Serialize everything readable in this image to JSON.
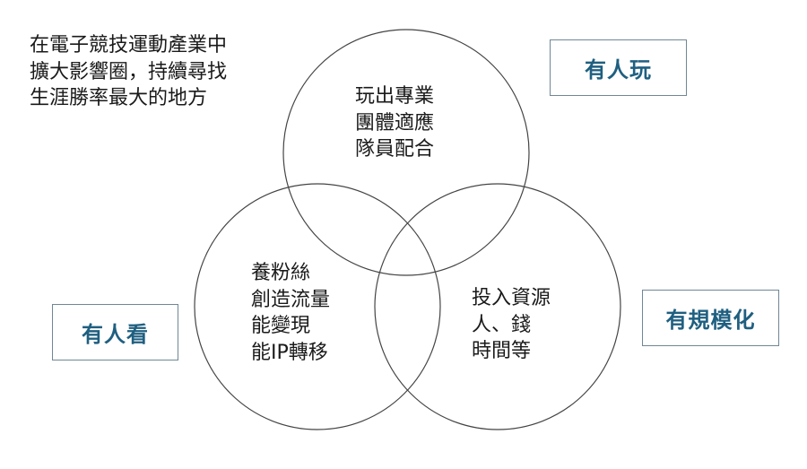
{
  "intro": [
    "在電子競技運動產業中",
    "擴大影響圈，持續尋找",
    "生涯勝率最大的地方"
  ],
  "circles": {
    "top": [
      "玩出專業",
      "團體適應",
      "隊員配合"
    ],
    "left": [
      "養粉絲",
      "創造流量",
      "能變現",
      "能IP轉移"
    ],
    "right": [
      "投入資源",
      "人、錢",
      "時間等"
    ]
  },
  "labels": {
    "top": "有人玩",
    "left": "有人看",
    "right": "有規模化"
  },
  "colors": {
    "label_text": "#1f5f80",
    "label_border": "#6f8796",
    "circle_stroke": "#444444"
  }
}
